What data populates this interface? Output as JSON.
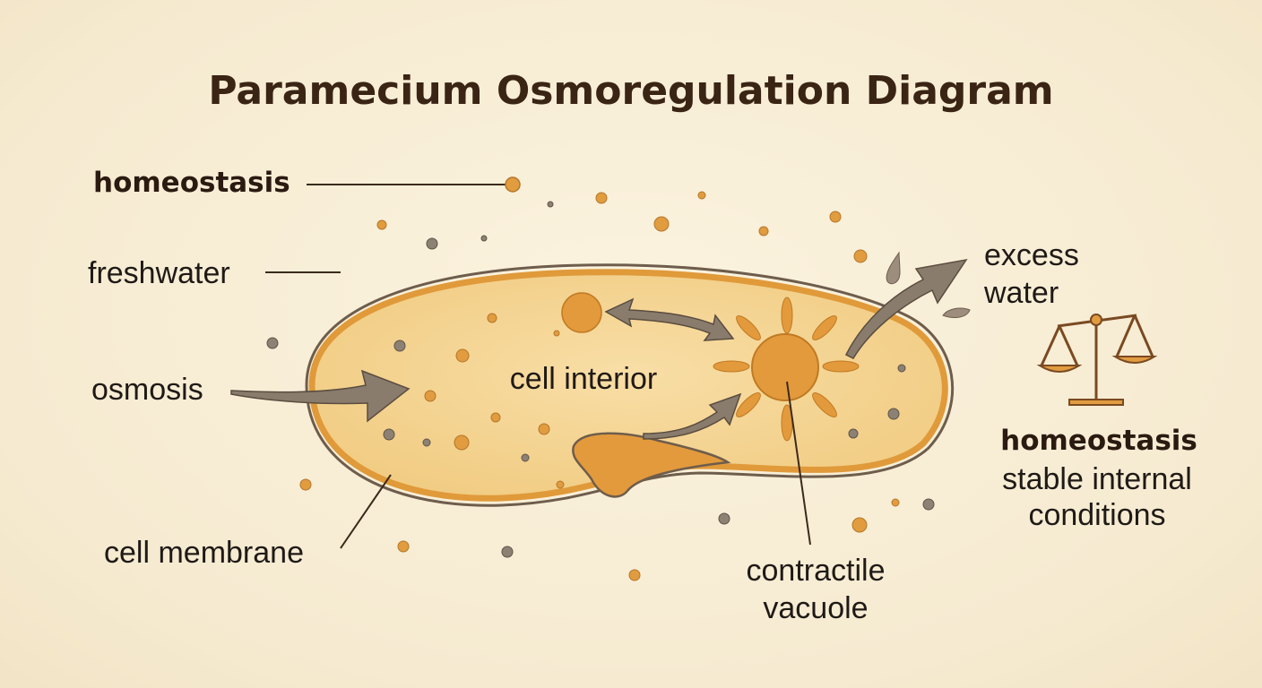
{
  "title": "Paramecium Osmoregulation Diagram",
  "labels": {
    "homeostasis_left": "homeostasis",
    "freshwater": "freshwater",
    "osmosis": "osmosis",
    "cell_membrane": "cell membrane",
    "cell_interior": "cell interior",
    "contractile_vacuole_line1": "contractile",
    "contractile_vacuole_line2": "vacuole",
    "excess_water_line1": "excess",
    "excess_water_line2": "water",
    "homeostasis_right": "homeostasis",
    "stable_line1": "stable internal",
    "stable_line2": "conditions"
  },
  "icons": {
    "balance": "balance-scale-icon"
  },
  "colors": {
    "background": "#f8eed6",
    "cell_fill": "#f5d697",
    "membrane_orange": "#e09a3a",
    "membrane_outline": "#6e5d4c",
    "vacuole": "#e39a3c",
    "arrow_gray": "#8a7c6c",
    "particle_orange": "#e19c3f",
    "particle_gray": "#8d8173"
  }
}
